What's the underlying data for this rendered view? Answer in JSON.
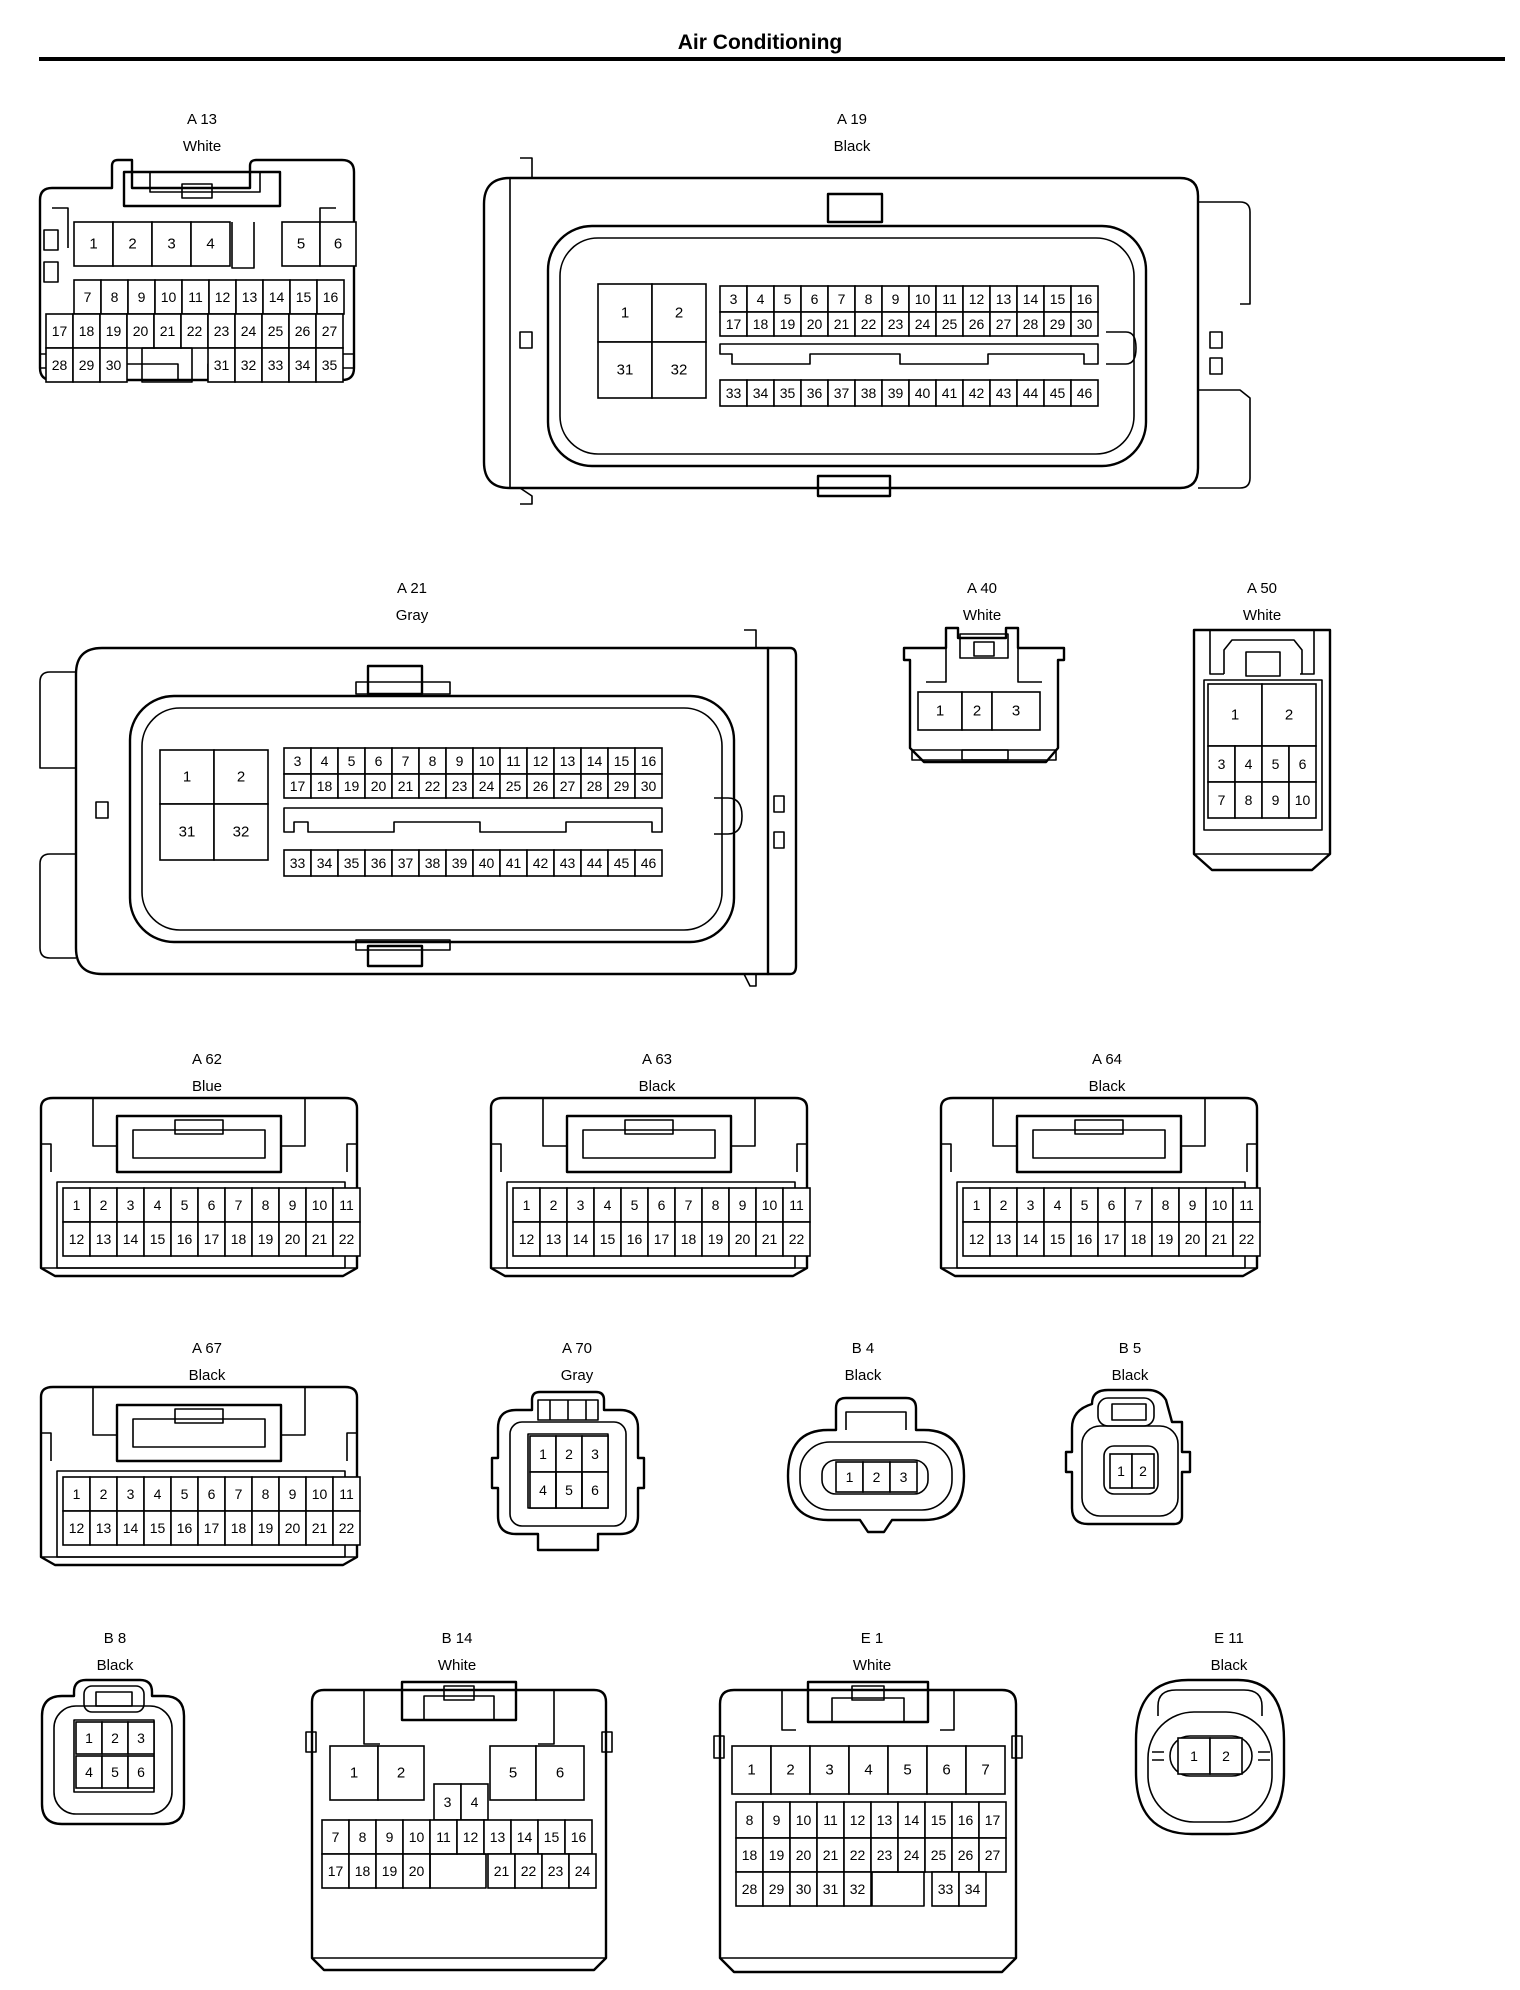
{
  "page": {
    "title": "Air Conditioning"
  },
  "connectors": [
    {
      "id": "A 13",
      "color": "White"
    },
    {
      "id": "A 19",
      "color": "Black"
    },
    {
      "id": "A 21",
      "color": "Gray"
    },
    {
      "id": "A 40",
      "color": "White"
    },
    {
      "id": "A 50",
      "color": "White"
    },
    {
      "id": "A 62",
      "color": "Blue"
    },
    {
      "id": "A 63",
      "color": "Black"
    },
    {
      "id": "A 64",
      "color": "Black"
    },
    {
      "id": "A 67",
      "color": "Black"
    },
    {
      "id": "A 70",
      "color": "Gray"
    },
    {
      "id": "B 4",
      "color": "Black"
    },
    {
      "id": "B 5",
      "color": "Black"
    },
    {
      "id": "B 8",
      "color": "Black"
    },
    {
      "id": "B 14",
      "color": "White"
    },
    {
      "id": "E 1",
      "color": "White"
    },
    {
      "id": "E 11",
      "color": "Black"
    }
  ]
}
